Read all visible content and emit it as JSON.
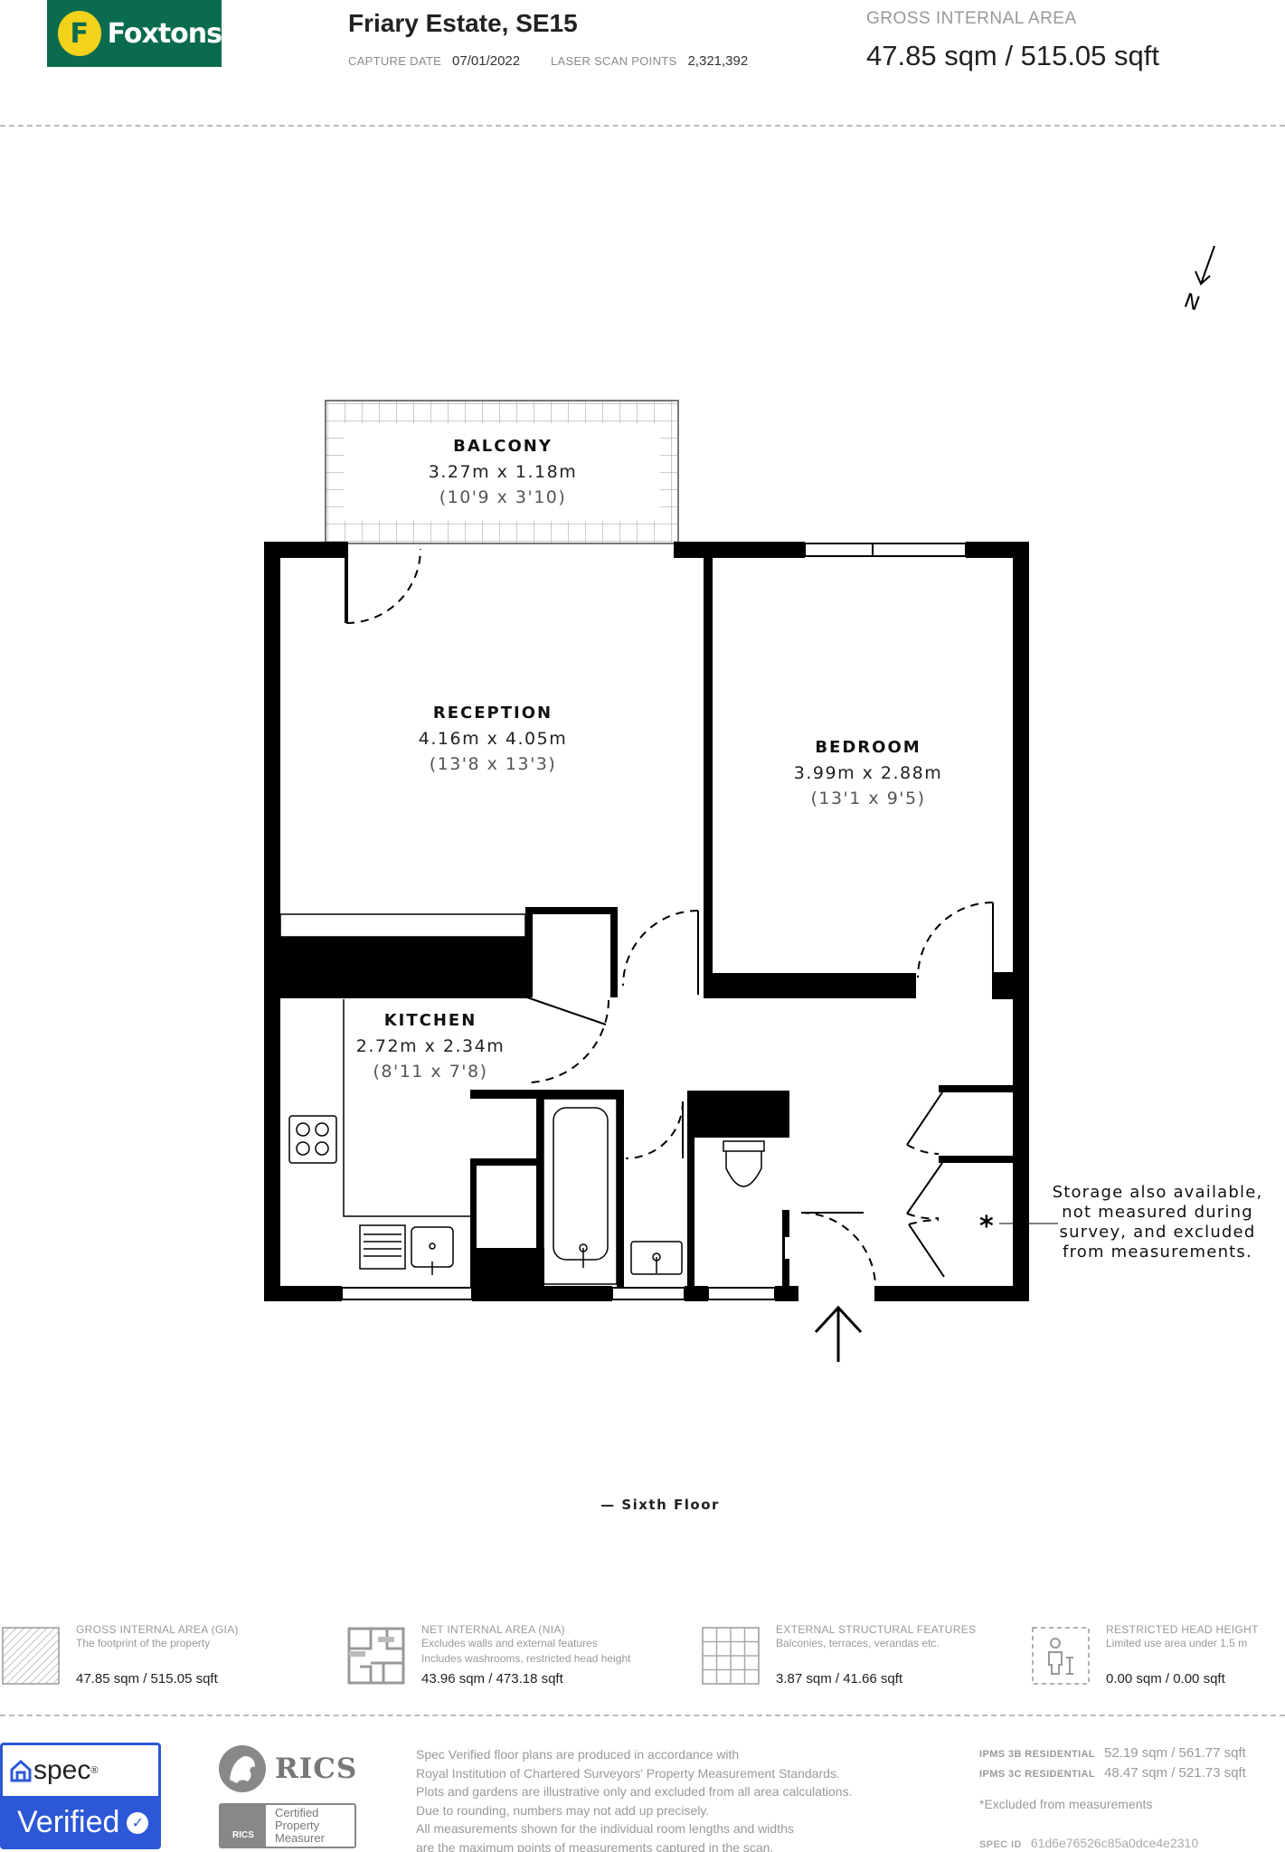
{
  "header": {
    "logo_letter": "F",
    "logo_text": "Foxtons",
    "property_title": "Friary Estate, SE15",
    "capture_label": "CAPTURE DATE",
    "capture_value": "07/01/2022",
    "laser_label": "LASER SCAN POINTS",
    "laser_value": "2,321,392",
    "gia_label": "GROSS INTERNAL AREA",
    "gia_value": "47.85 sqm / 515.05 sqft"
  },
  "plan": {
    "north_label": "N",
    "rooms": [
      {
        "name": "BALCONY",
        "dims": "3.27m x 1.18m",
        "imperial": "(10'9 x 3'10)"
      },
      {
        "name": "RECEPTION",
        "dims": "4.16m x 4.05m",
        "imperial": "(13'8 x 13'3)"
      },
      {
        "name": "BEDROOM",
        "dims": "3.99m x 2.88m",
        "imperial": "(13'1 x 9'5)"
      },
      {
        "name": "KITCHEN",
        "dims": "2.72m x 2.34m",
        "imperial": "(8'11 x 7'8)"
      }
    ],
    "storage_asterisk": "*",
    "storage_note": "Storage also available, not measured during survey, and excluded from measurements.",
    "floor_label": "— Sixth Floor"
  },
  "legend": [
    {
      "title": "GROSS INTERNAL AREA (GIA)",
      "desc1": "The footprint of the property",
      "desc2": "",
      "value": "47.85 sqm / 515.05 sqft",
      "icon": "hatched-square-icon"
    },
    {
      "title": "NET INTERNAL AREA (NIA)",
      "desc1": "Excludes walls and external features",
      "desc2": "Includes washrooms, restricted head height",
      "value": "43.96 sqm / 473.18 sqft",
      "icon": "floorplan-icon"
    },
    {
      "title": "EXTERNAL STRUCTURAL FEATURES",
      "desc1": "Balconies, terraces, verandas etc.",
      "desc2": "",
      "value": "3.87 sqm / 41.66 sqft",
      "icon": "grid-icon"
    },
    {
      "title": "RESTRICTED HEAD HEIGHT",
      "desc1": "Limited use area under 1.5 m",
      "desc2": "",
      "value": "0.00 sqm / 0.00 sqft",
      "icon": "person-height-icon"
    }
  ],
  "footer": {
    "spec_word": "spec",
    "spec_registered": "®",
    "verified_word": "Verified",
    "rics_word": "RICS",
    "rics_cert_mark": "RICS",
    "rics_cert_lines": [
      "Certified",
      "Property",
      "Measurer"
    ],
    "disclaimer_lines": [
      "Spec Verified floor plans are produced in accordance with",
      "Royal Institution of Chartered Surveyors' Property Measurement Standards.",
      "Plots and gardens are illustrative only and excluded from all area calculations.",
      "Due to rounding, numbers may not add up precisely.",
      "All measurements shown for the individual room lengths and widths",
      "are the maximum points of measurements captured in the scan."
    ],
    "ipms_3b_label": "IPMS 3B RESIDENTIAL",
    "ipms_3b_value": "52.19 sqm / 561.77 sqft",
    "ipms_3c_label": "IPMS 3C RESIDENTIAL",
    "ipms_3c_value": "48.47 sqm / 521.73 sqft",
    "excluded_note": "*Excluded from measurements",
    "spec_id_label": "SPEC ID",
    "spec_id_value": "61d6e76526c85a0dce4e2310"
  },
  "colors": {
    "foxtons_green": "#0b6b4e",
    "foxtons_yellow": "#f3d21c",
    "spec_blue": "#2c57d6",
    "wall": "#000000"
  }
}
